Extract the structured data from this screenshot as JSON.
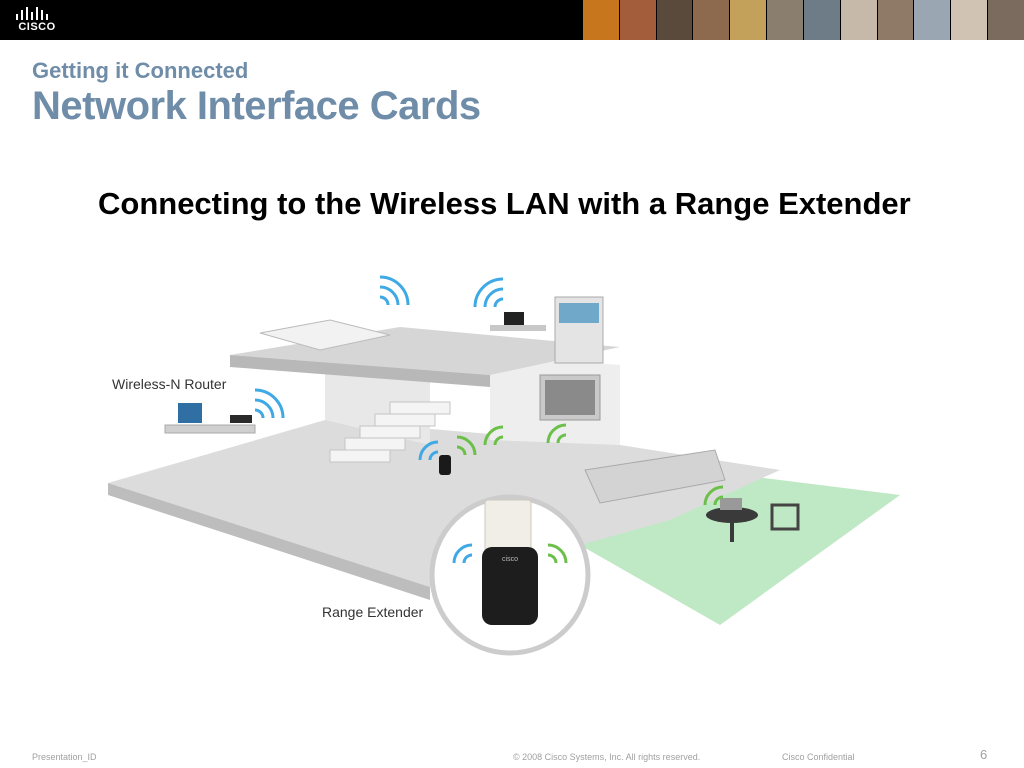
{
  "header": {
    "logo_text": "CISCO",
    "logo_icon": "cisco-bridge-logo-icon",
    "photo_colors": [
      "#c8761e",
      "#a35d3a",
      "#5a4a3c",
      "#8d6a4e",
      "#c4a15a",
      "#8a7f6e",
      "#6d7c86",
      "#c7b9a9",
      "#8f7a68",
      "#9aa7b2",
      "#d0c3b4",
      "#7b6b5e"
    ]
  },
  "slide": {
    "kicker": "Getting it Connected",
    "title": "Network Interface Cards",
    "subtitle": "Connecting to the Wireless LAN with a Range Extender"
  },
  "illustration": {
    "router_label": "Wireless-N Router",
    "extender_label": "Range Extender",
    "extender_logo": "cisco"
  },
  "footer": {
    "presentation_id": "Presentation_ID",
    "copyright": "© 2008 Cisco Systems, Inc. All rights reserved.",
    "confidential": "Cisco Confidential",
    "page_number": "6"
  },
  "colors": {
    "title_blue": "#6f8da8",
    "wifi_blue": "#3fa9e6",
    "wifi_green": "#6cc04a",
    "lawn_green": "#bfe8c4"
  }
}
